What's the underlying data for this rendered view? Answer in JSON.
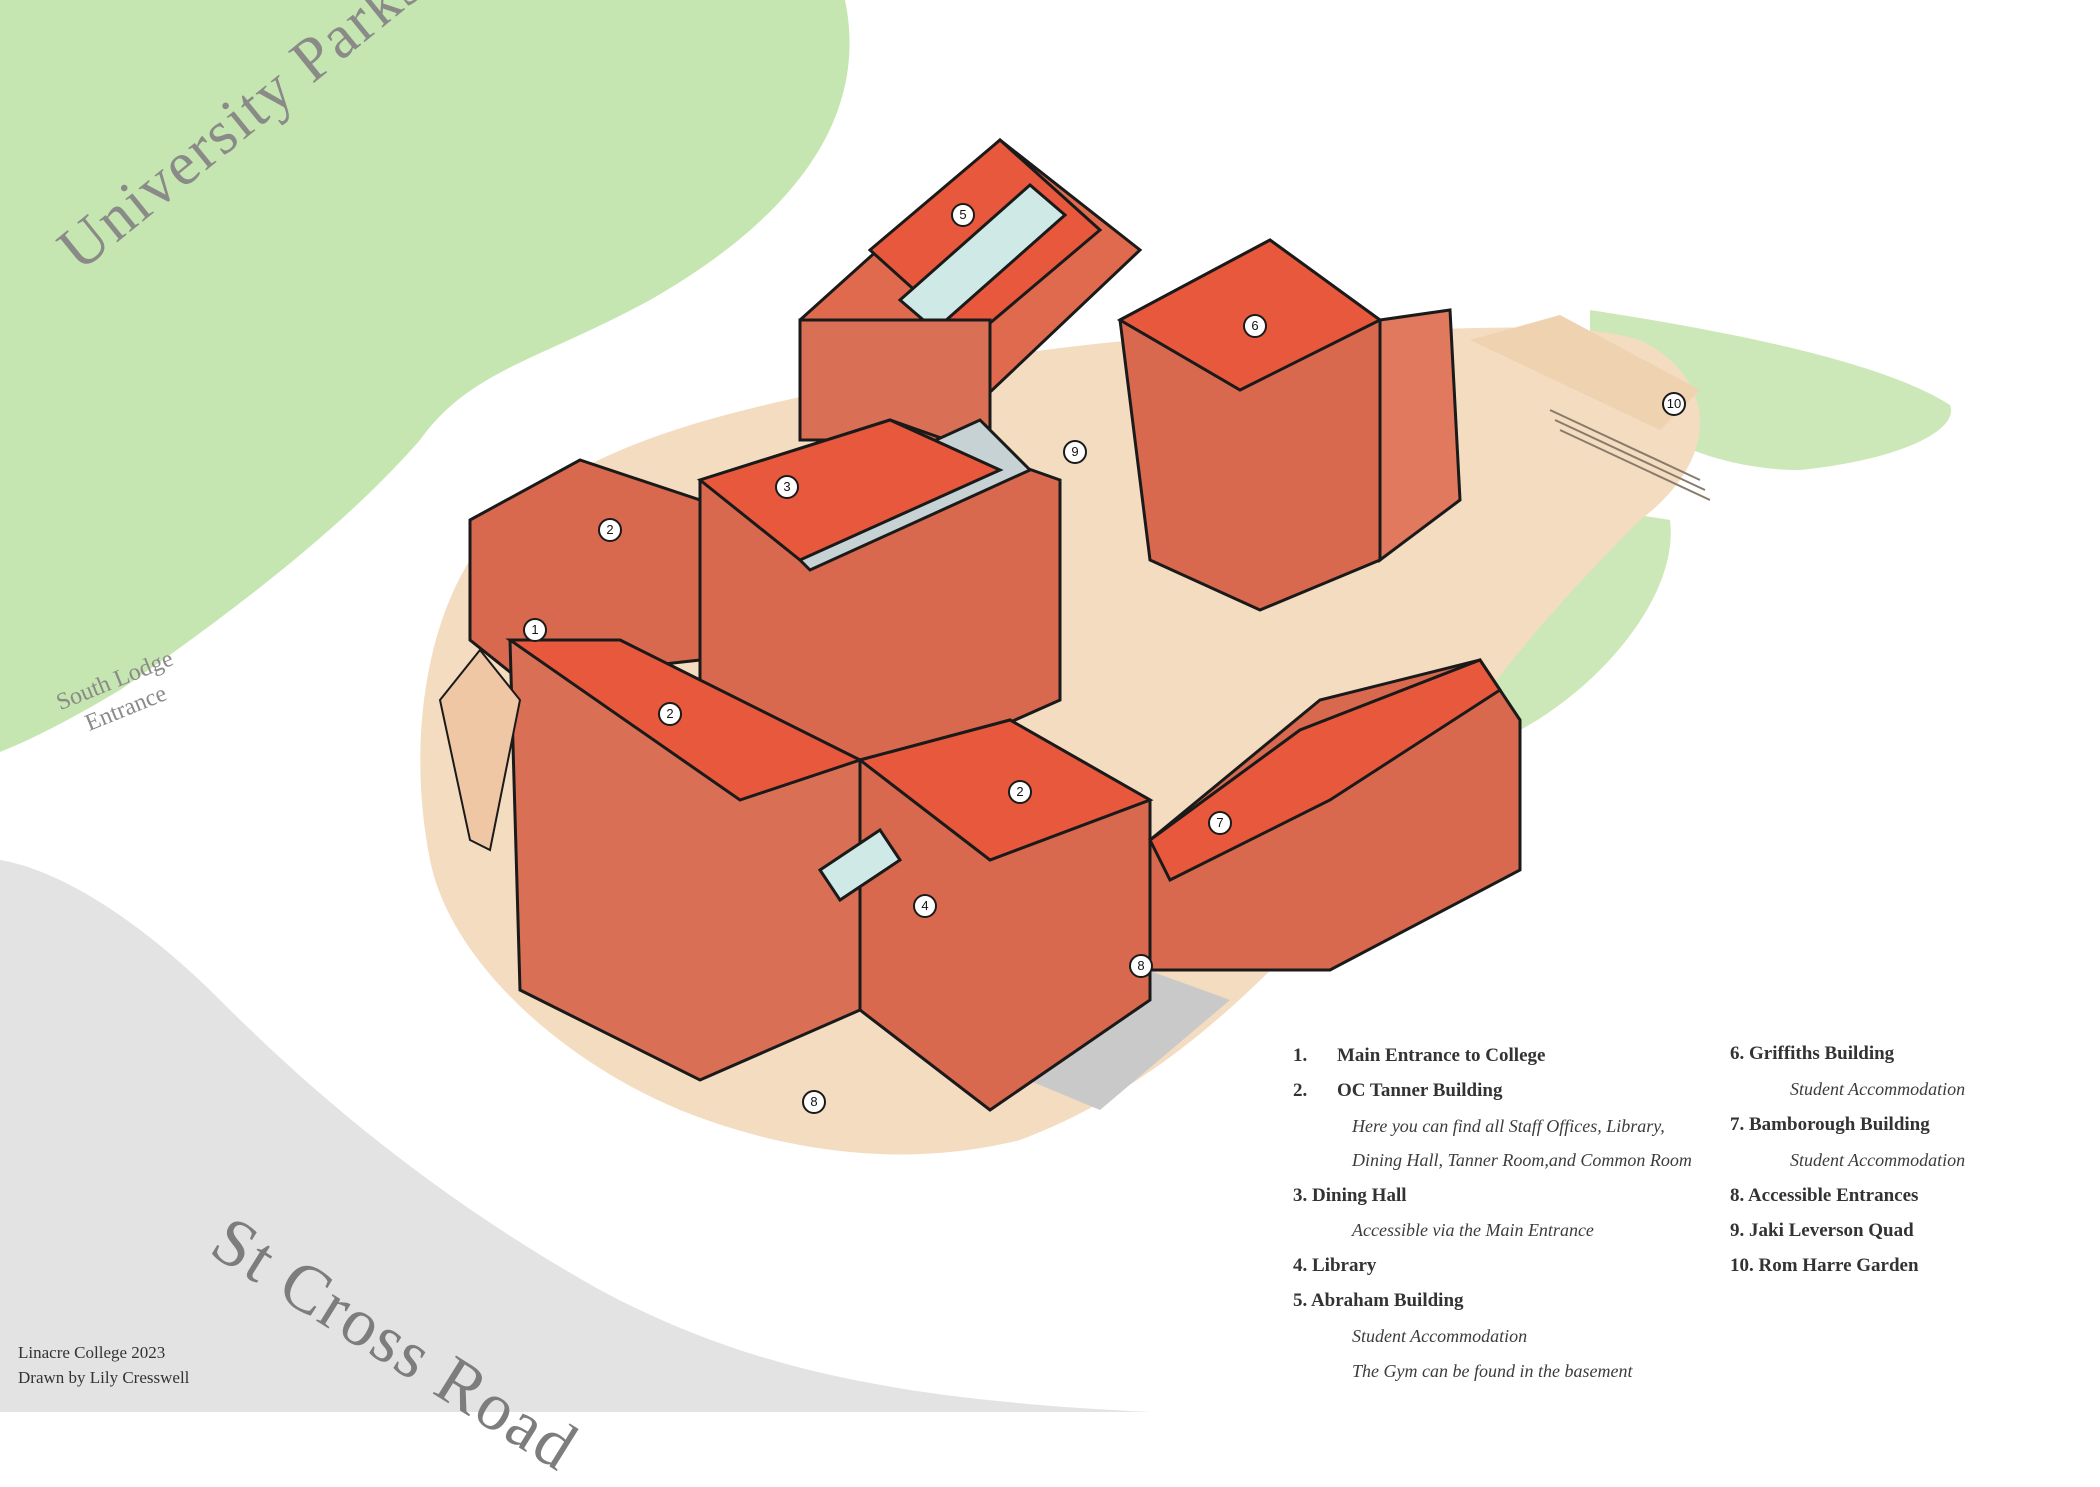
{
  "map": {
    "labels": {
      "park": "University Parks",
      "road": "St Cross Road",
      "lodge_line1": "South Lodge",
      "lodge_line2": "Entrance"
    },
    "markers": [
      "1",
      "2",
      "2",
      "2",
      "3",
      "4",
      "5",
      "6",
      "7",
      "8",
      "8",
      "9",
      "10"
    ],
    "colors": {
      "park": "#c5e6b0",
      "road": "#e3e3e3",
      "ground": "#f3dcc0",
      "brick": "#d9694e",
      "roof": "#e05a3f",
      "glass": "#cfe9e6"
    }
  },
  "legend": {
    "col1": {
      "i1": "1.",
      "t1": "Main Entrance to College",
      "i2": "2.",
      "t2": "OC Tanner Building",
      "s2a": "Here you can find all Staff Offices, Library,",
      "s2b": "Dining Hall, Tanner Room,and Common Room",
      "t3": "3. Dining Hall",
      "s3": "Accessible via the Main Entrance",
      "t4": "4. Library",
      "t5": "5. Abraham Building",
      "s5a": "Student Accommodation",
      "s5b": "The Gym can be found in the basement"
    },
    "col2": {
      "t6": "6. Griffiths Building",
      "s6": "Student Accommodation",
      "t7": "7. Bamborough Building",
      "s7": "Student Accommodation",
      "t8": "8. Accessible Entrances",
      "t9": "9. Jaki Leverson Quad",
      "t10": "10. Rom Harre Garden"
    }
  },
  "credits": {
    "line1": "Linacre College 2023",
    "line2": "Drawn by Lily Cresswell"
  }
}
